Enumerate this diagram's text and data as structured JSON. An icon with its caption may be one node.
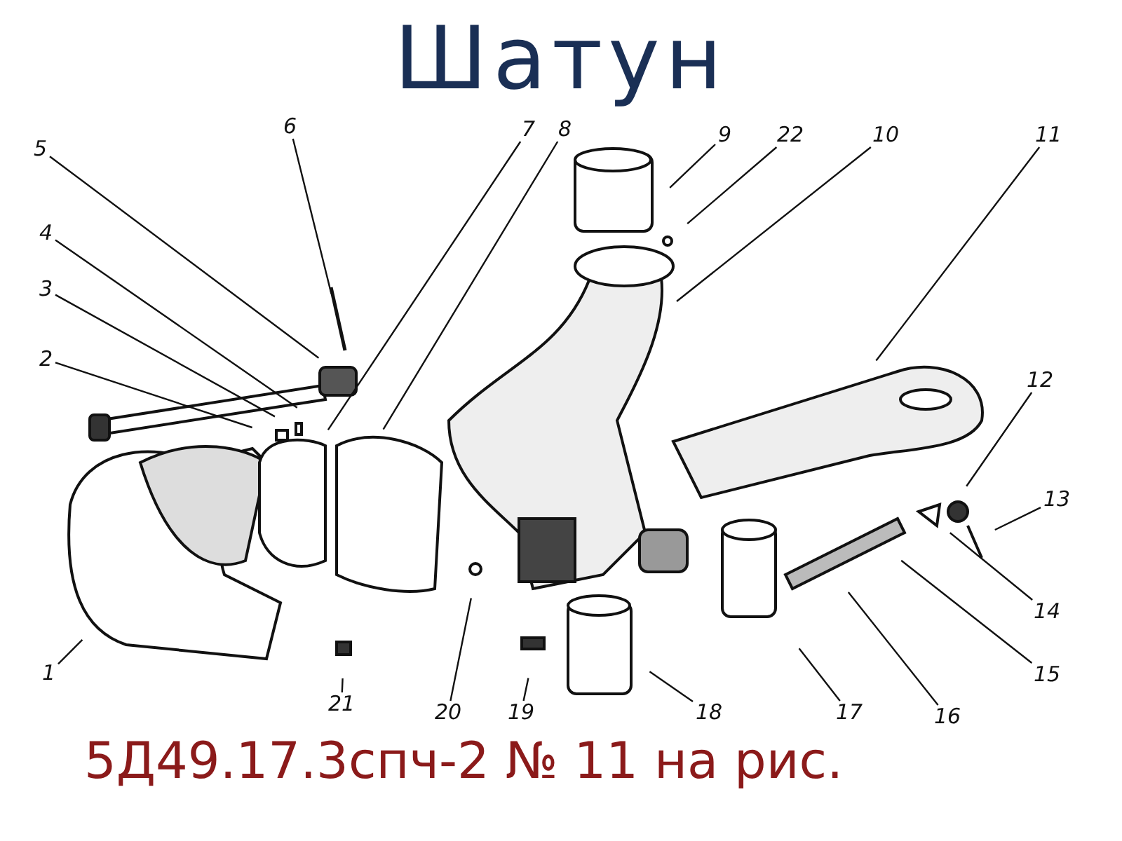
{
  "diagram": {
    "title": "Шатун",
    "caption": "5Д49.17.3спч-2 № 11 на рис.",
    "nodes": [
      {
        "text": [
          "1"
        ]
      },
      {
        "text": [
          "2"
        ]
      },
      {
        "text": [
          "3"
        ]
      },
      {
        "text": [
          "4"
        ]
      },
      {
        "text": [
          "5"
        ]
      },
      {
        "text": [
          "6"
        ]
      },
      {
        "text": [
          "7"
        ]
      },
      {
        "text": [
          "8"
        ]
      },
      {
        "text": [
          "9"
        ]
      },
      {
        "text": [
          "10"
        ]
      },
      {
        "text": [
          "11"
        ]
      },
      {
        "text": [
          "12"
        ]
      },
      {
        "text": [
          "13"
        ]
      },
      {
        "text": [
          "14"
        ]
      },
      {
        "text": [
          "15"
        ]
      },
      {
        "text": [
          "16"
        ]
      },
      {
        "text": [
          "17"
        ]
      },
      {
        "text": [
          "18"
        ]
      },
      {
        "text": [
          "19"
        ]
      },
      {
        "text": [
          "20"
        ]
      },
      {
        "text": [
          "21"
        ]
      },
      {
        "text": [
          "22"
        ]
      }
    ],
    "edges": [
      {
        "from": 0,
        "to": null,
        "arrow": "none"
      },
      {
        "from": 1,
        "to": null,
        "arrow": "none"
      },
      {
        "from": 2,
        "to": null,
        "arrow": "none"
      },
      {
        "from": 3,
        "to": null,
        "arrow": "none"
      },
      {
        "from": 4,
        "to": null,
        "arrow": "none"
      },
      {
        "from": 5,
        "to": null,
        "arrow": "none"
      },
      {
        "from": 6,
        "to": null,
        "arrow": "none"
      },
      {
        "from": 7,
        "to": null,
        "arrow": "none"
      },
      {
        "from": 8,
        "to": null,
        "arrow": "none"
      },
      {
        "from": 9,
        "to": null,
        "arrow": "none"
      },
      {
        "from": 10,
        "to": null,
        "arrow": "none"
      },
      {
        "from": 11,
        "to": null,
        "arrow": "none"
      },
      {
        "from": 12,
        "to": null,
        "arrow": "none"
      },
      {
        "from": 13,
        "to": null,
        "arrow": "none"
      },
      {
        "from": 14,
        "to": null,
        "arrow": "none"
      },
      {
        "from": 15,
        "to": null,
        "arrow": "none"
      },
      {
        "from": 16,
        "to": null,
        "arrow": "none"
      },
      {
        "from": 17,
        "to": null,
        "arrow": "none"
      },
      {
        "from": 18,
        "to": null,
        "arrow": "none"
      },
      {
        "from": 19,
        "to": null,
        "arrow": "none"
      },
      {
        "from": 20,
        "to": null,
        "arrow": "none"
      },
      {
        "from": 21,
        "to": null,
        "arrow": "none"
      }
    ]
  }
}
